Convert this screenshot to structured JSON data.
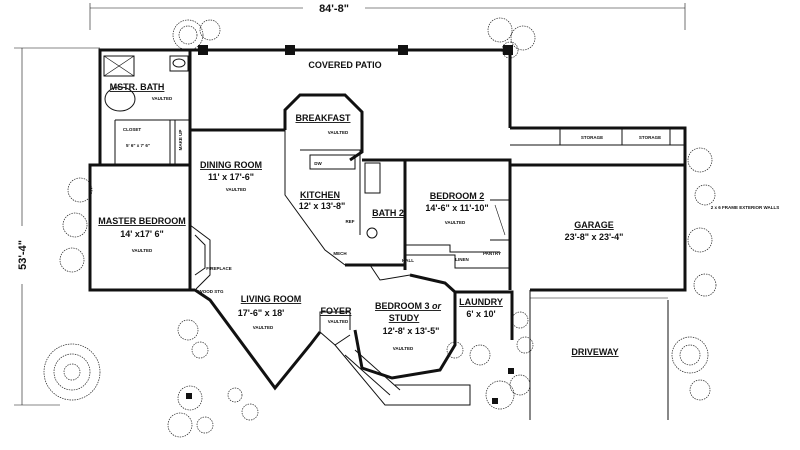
{
  "dimensions": {
    "overall_width": "84'-8\"",
    "overall_depth": "53'-4\""
  },
  "rooms": {
    "covered_patio": "COVERED PATIO",
    "mstr_bath": {
      "name": "MSTR. BATH",
      "note": "VAULTED"
    },
    "closet": "CLOSET",
    "closet_size": "5' 6\" x 7' 6\"",
    "make_up": "MAKE UP",
    "breakfast": {
      "name": "BREAKFAST",
      "note": "VAULTED"
    },
    "dining": {
      "name": "DINING ROOM",
      "size": "11' x  17'-6\"",
      "note": "VAULTED"
    },
    "dw": "DW",
    "kitchen": {
      "name": "KITCHEN",
      "size": "12' x 13'-8\""
    },
    "ref": "REF",
    "bath2": "BATH 2",
    "bedroom2": {
      "name": "BEDROOM 2",
      "size": "14'-6\" x 11'-10\"",
      "note": "VAULTED"
    },
    "storage_left": "STORAGE",
    "storage_right": "STORAGE",
    "garage": {
      "name": "GARAGE",
      "size": "23'-8\" x 23'-4\""
    },
    "frame_note": "2 x 6 FRAME EXTERIOR WALLS",
    "master_bedroom": {
      "name": "MASTER BEDROOM",
      "size": "14' x17' 6\"",
      "note": "VAULTED"
    },
    "fireplace": "FIREPLACE",
    "wood_stg": "WOOD STG",
    "mech": "MECH",
    "hall": "HALL",
    "linen": "LINEN",
    "pantry": "PANTRY",
    "living": {
      "name": "LIVING ROOM",
      "size": "17'-6\" x 18'",
      "note": "VAULTED"
    },
    "foyer": {
      "name": "FOYER",
      "note": "VAULTED"
    },
    "bedroom3": {
      "name": "BEDROOM 3 or STUDY",
      "name_line1": "BEDROOM 3",
      "name_or": "or",
      "name_line2": "STUDY",
      "size": "12'-8' x 13'-5\"",
      "note": "VAULTED"
    },
    "laundry": {
      "name": "LAUNDRY",
      "size": "6' x 10'"
    },
    "driveway": "DRIVEWAY"
  }
}
